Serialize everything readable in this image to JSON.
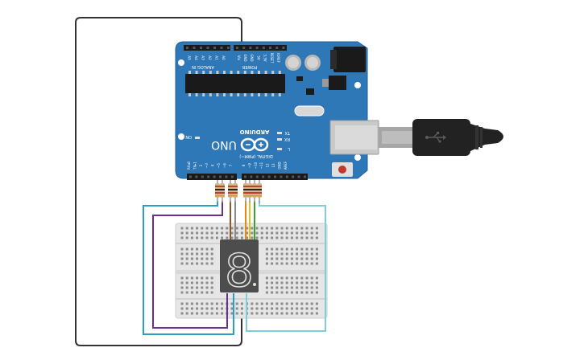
{
  "board": {
    "brand": "ARDUINO",
    "model": "UNO",
    "on_label": "ON",
    "tx_label": "TX",
    "rx_label": "RX",
    "l_label": "L",
    "digital_label": "DIGITAL (PWM~)",
    "power_label": "POWER",
    "analog_label": "ANALOG IN",
    "tx_pin_label": "TX▸1",
    "rx_pin_label": "RX◂0",
    "digital_pins": [
      "7",
      "~6",
      "~5",
      "4",
      "~3",
      "2"
    ],
    "digital_pins_high": [
      "8",
      "~9",
      "~10",
      "~11",
      "12",
      "13"
    ],
    "gnd_label": "GND",
    "aref_label": "AREF",
    "power_pins": [
      "IOREF",
      "RESET",
      "3.3V",
      "5V",
      "GND",
      "GND",
      "Vin"
    ],
    "analog_pins": [
      "A0",
      "A1",
      "A2",
      "A3",
      "A4",
      "A5"
    ]
  },
  "display": {
    "digit": "8"
  },
  "colors": {
    "board": "#2f78b8",
    "board_edge": "#1f5f99",
    "breadboard": "#e6e6e6",
    "display": "#4d4d4d",
    "wire_black": "#333333",
    "wire_cyan": "#2a9fc4",
    "wire_purple": "#6b2f8f",
    "wire_brown": "#8b5a2b",
    "wire_orange": "#e08a1e",
    "wire_yellow": "#e3c21a",
    "wire_green": "#3aa335",
    "wire_lightblue": "#7ccfd9",
    "usb_cable": "#222222",
    "reset_button": "#c0392b"
  }
}
